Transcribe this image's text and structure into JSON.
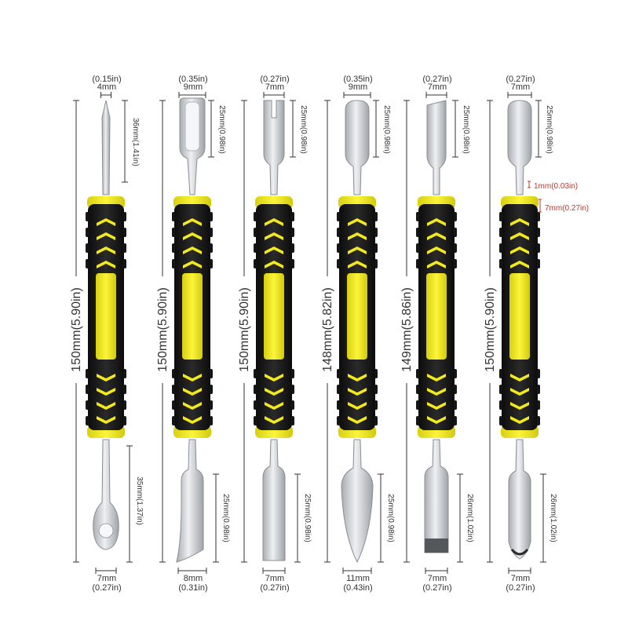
{
  "colors": {
    "handle_black": "#1b1b1b",
    "handle_yellow": "#f2ea1c",
    "metal": "#d7d9dc",
    "dim_line": "#333333",
    "annot_red": "#c0392b"
  },
  "tools": [
    {
      "name": "tool-1",
      "top_tip": "pointed pick",
      "bottom_tip": "spoon end",
      "top_width": "4mm",
      "top_width_in": "(0.15in)",
      "top_len": "36mm(1.41in)",
      "total": "150mm(5.90in)",
      "bottom_len": "35mm(1.37in)",
      "bottom_width": "7mm",
      "bottom_width_in": "(0.27in)"
    },
    {
      "name": "tool-2",
      "top_tip": "scoop",
      "bottom_tip": "curved blade",
      "top_width": "9mm",
      "top_width_in": "(0.35in)",
      "top_len": "25mm(0.98in)",
      "total": "150mm(5.90in)",
      "bottom_len": "25mm(0.98in)",
      "bottom_width": "8mm",
      "bottom_width_in": "(0.31in)"
    },
    {
      "name": "tool-3",
      "top_tip": "forked flat",
      "bottom_tip": "flat spatula",
      "top_width": "7mm",
      "top_width_in": "(0.27in)",
      "top_len": "25mm(0.98in)",
      "total": "150mm(5.90in)",
      "bottom_len": "25mm(0.98in)",
      "bottom_width": "7mm",
      "bottom_width_in": "(0.27in)"
    },
    {
      "name": "tool-4",
      "top_tip": "round flat",
      "bottom_tip": "pointed triangle",
      "top_width": "9mm",
      "top_width_in": "(0.35in)",
      "top_len": "25mm(0.98in)",
      "total": "148mm(5.82in)",
      "bottom_len": "25mm(0.98in)",
      "bottom_width": "11mm",
      "bottom_width_in": "(0.43in)"
    },
    {
      "name": "tool-5",
      "top_tip": "angled blade",
      "bottom_tip": "square chisel",
      "top_width": "7mm",
      "top_width_in": "(0.27in)",
      "top_len": "25mm(0.98in)",
      "total": "149mm(5.86in)",
      "bottom_len": "26mm(1.02in)",
      "bottom_width": "7mm",
      "bottom_width_in": "(0.27in)"
    },
    {
      "name": "tool-6",
      "top_tip": "round flat",
      "bottom_tip": "pointed flat",
      "top_width": "7mm",
      "top_width_in": "(0.27in)",
      "top_len": "25mm(0.98in)",
      "total": "150mm(5.90in)",
      "bottom_len": "26mm(1.02in)",
      "bottom_width": "7mm",
      "bottom_width_in": "(0.27in)",
      "extra": [
        {
          "label": "1mm(0.03in)"
        },
        {
          "label": "7mm(0.27in)"
        }
      ]
    }
  ]
}
